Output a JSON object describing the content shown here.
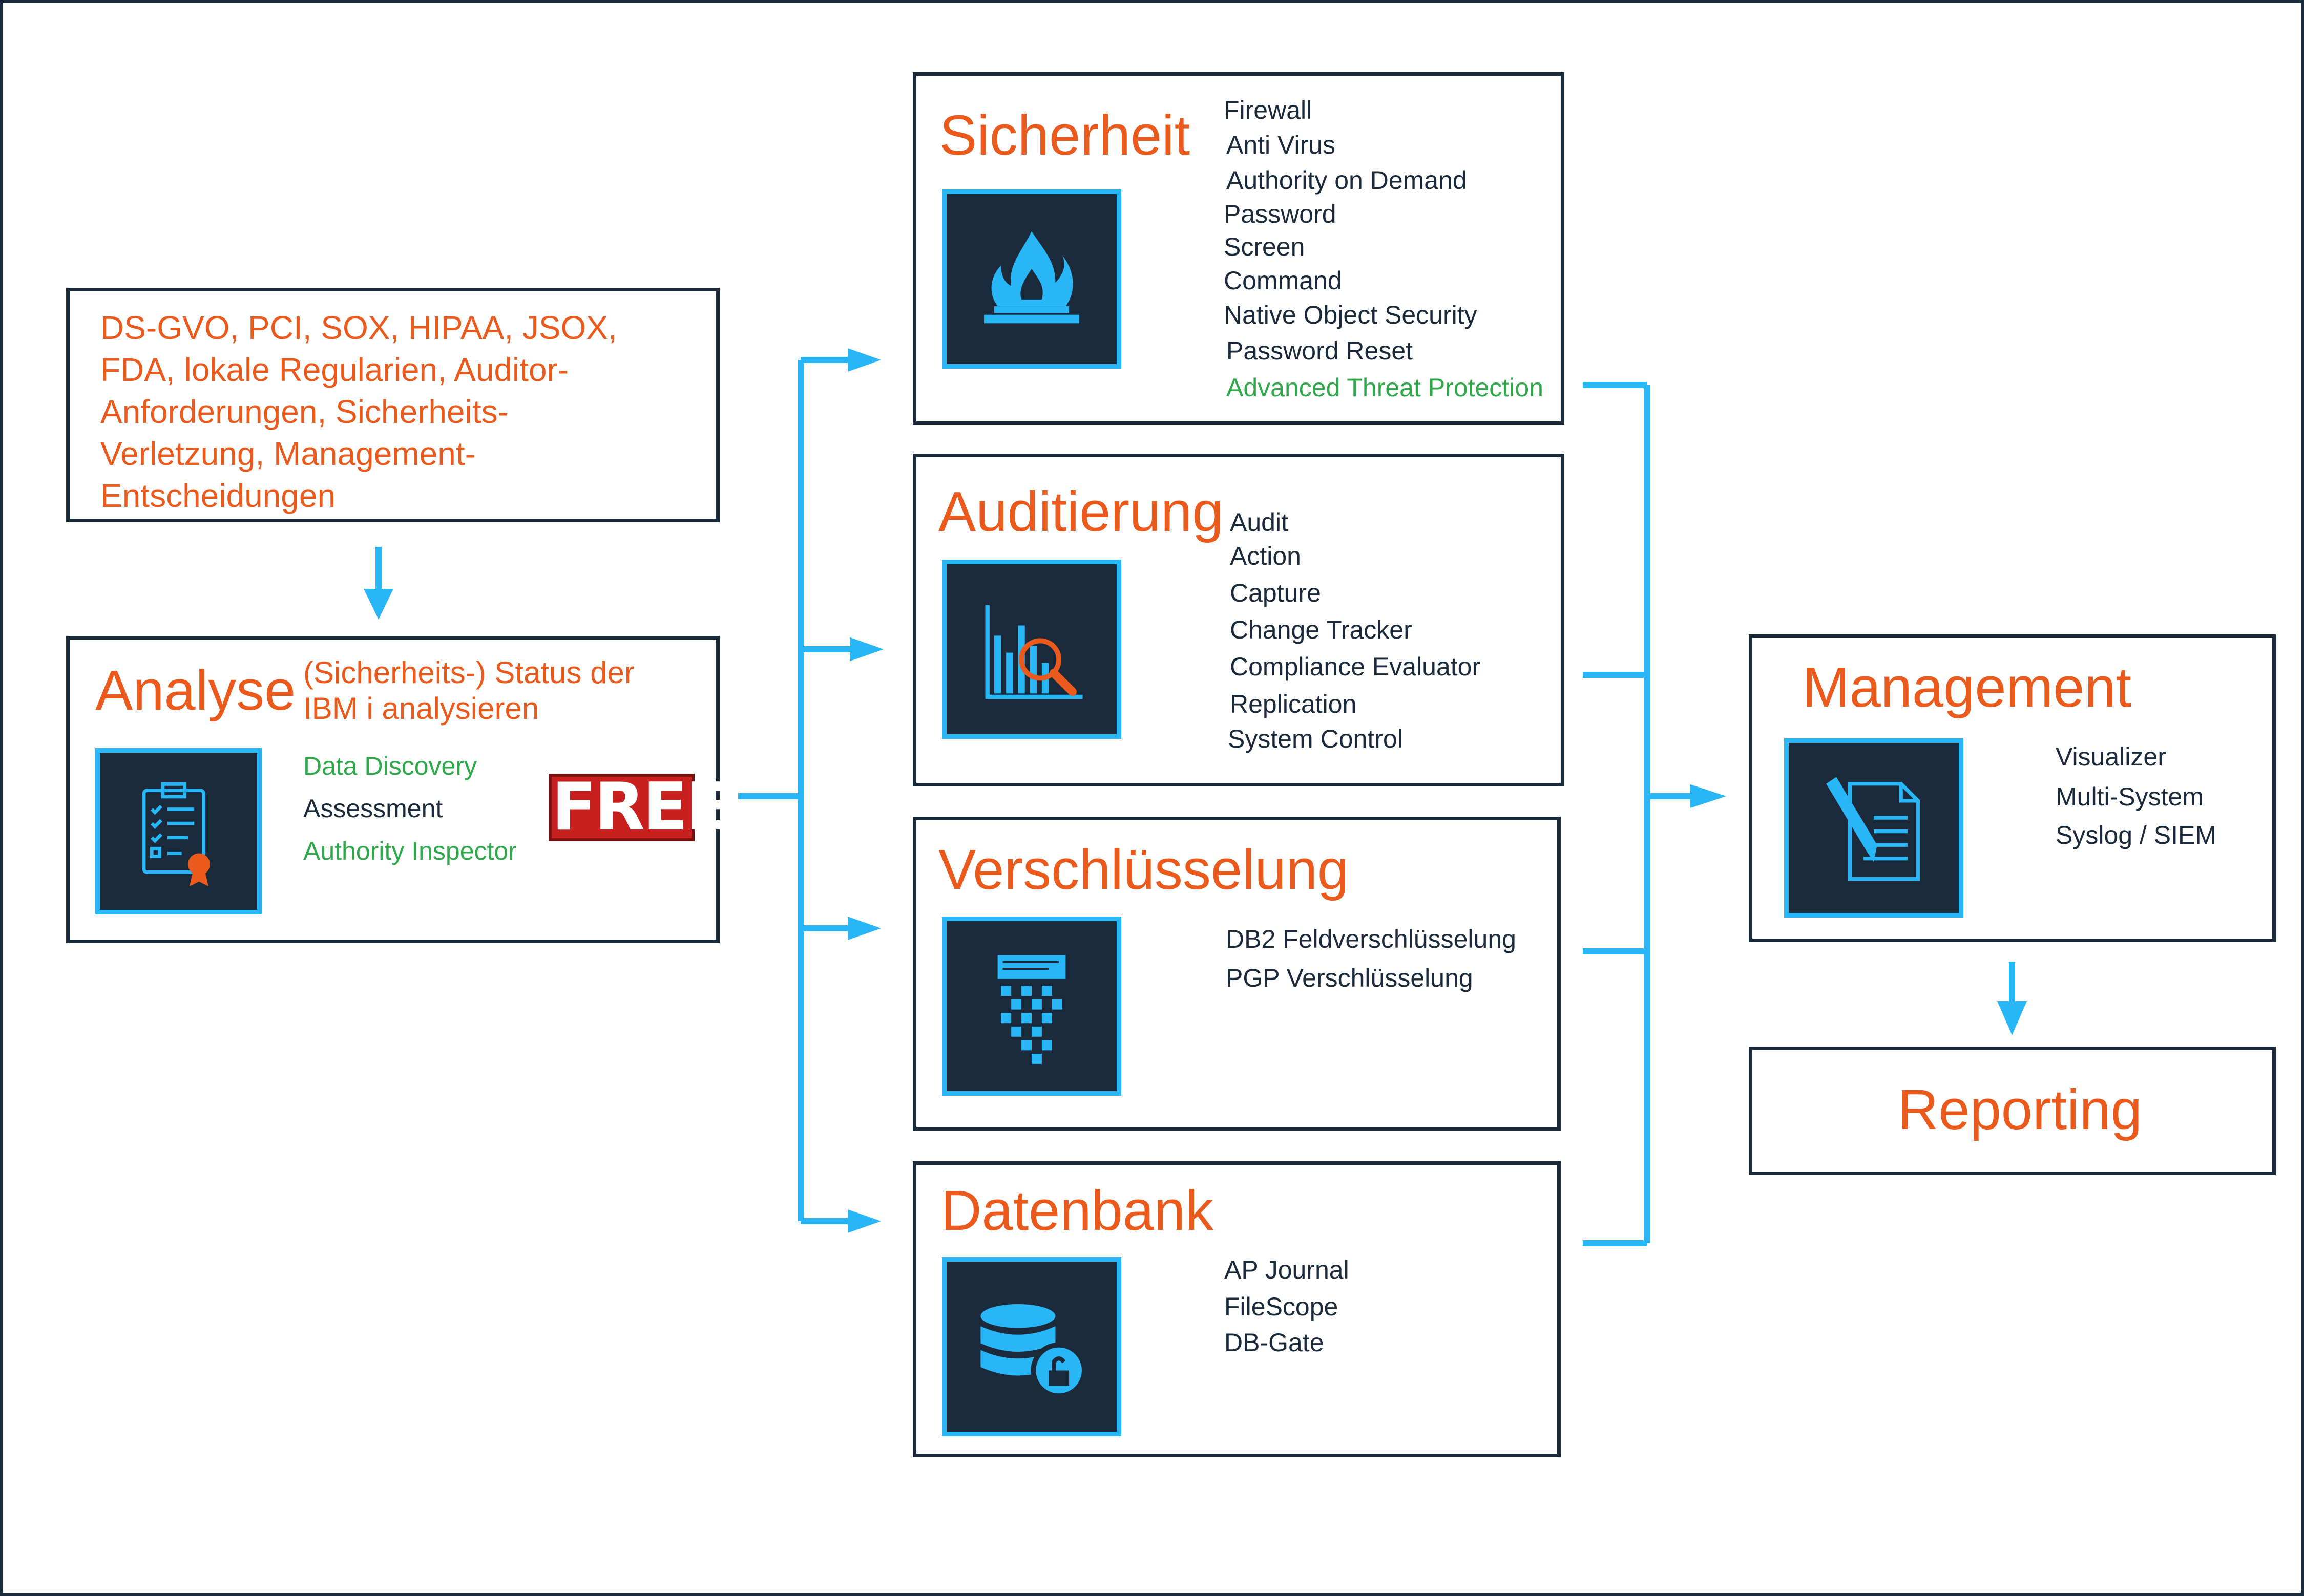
{
  "colors": {
    "accent": "#29b6f6",
    "title": "#ea5a1c",
    "dark": "#1a2a3a",
    "green": "#2ea84a"
  },
  "drivers": {
    "lines": [
      "DS-GVO, PCI, SOX, HIPAA,  JSOX,",
      "FDA, lokale Regularien, Auditor-",
      "Anforderungen, Sicherheits-",
      "Verletzung, Management-",
      "Entscheidungen"
    ]
  },
  "analyse": {
    "title": "Analyse",
    "subtitle_lines": [
      "(Sicherheits-) Status der",
      "IBM i analysieren"
    ],
    "items": [
      "Data Discovery",
      "Assessment",
      "Authority Inspector"
    ],
    "badge": "FREE",
    "icon": "clipboard-checklist-icon"
  },
  "sicherheit": {
    "title": "Sicherheit",
    "items": [
      "Firewall",
      "Anti Virus",
      "Authority on Demand",
      "Password",
      "Screen",
      "Command",
      "Native Object Security",
      "Password Reset",
      "Advanced Threat Protection"
    ],
    "icon": "firewall-flame-icon"
  },
  "auditierung": {
    "title": "Auditierung",
    "items": [
      "Audit",
      "Action",
      "Capture",
      "Change Tracker",
      "Compliance Evaluator",
      "Replication",
      "System Control"
    ],
    "icon": "chart-magnifier-icon"
  },
  "verschluesselung": {
    "title": "Verschlüsselung",
    "items": [
      "DB2 Feldverschlüsselung",
      "PGP Verschlüsselung"
    ],
    "icon": "document-shredder-icon"
  },
  "datenbank": {
    "title": "Datenbank",
    "items": [
      "AP Journal",
      "FileScope",
      "DB-Gate"
    ],
    "icon": "database-lock-icon"
  },
  "management": {
    "title": "Management",
    "items": [
      "Visualizer",
      "Multi-System",
      "Syslog / SIEM"
    ],
    "icon": "document-pen-icon"
  },
  "reporting": {
    "title": "Reporting"
  }
}
